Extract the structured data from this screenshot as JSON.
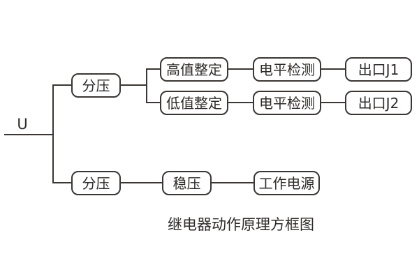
{
  "diagram": {
    "input_label": "U",
    "caption": "继电器动作原理方框图",
    "boxes": [
      {
        "id": "fenya-top",
        "label": "分压"
      },
      {
        "id": "gaozhi-zheding",
        "label": "高值整定"
      },
      {
        "id": "dianping-jiance-1",
        "label": "电平检测"
      },
      {
        "id": "chukou-j1",
        "label": "出口J1"
      },
      {
        "id": "dizhi-zheding",
        "label": "低值整定"
      },
      {
        "id": "dianping-jiance-2",
        "label": "电平检测"
      },
      {
        "id": "chukou-j2",
        "label": "出口J2"
      },
      {
        "id": "fenya-bottom",
        "label": "分压"
      },
      {
        "id": "wenya",
        "label": "稳压"
      },
      {
        "id": "gongzuo-dianyuan",
        "label": "工作电源"
      }
    ],
    "colors": {
      "stroke": "#3a3633",
      "text": "#2e2b29",
      "background": "#ffffff"
    }
  }
}
